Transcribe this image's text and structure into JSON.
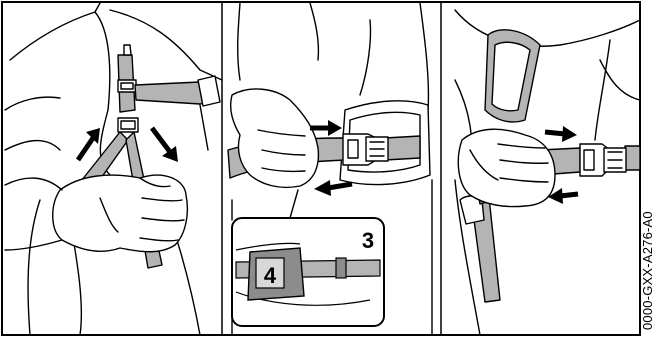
{
  "figure": {
    "panels": [
      {
        "id": "panel-1",
        "description_label": ""
      },
      {
        "id": "panel-2",
        "description_label": ""
      },
      {
        "id": "panel-3",
        "description_label": ""
      }
    ],
    "callouts": {
      "buckle_number": "3",
      "pad_number": "4"
    },
    "reference_code": "0000-GXX-A276-A0",
    "colors": {
      "line": "#000000",
      "strap_fill": "#b4b4b4",
      "pad_fill": "#8c8c8c",
      "background": "#ffffff"
    }
  }
}
